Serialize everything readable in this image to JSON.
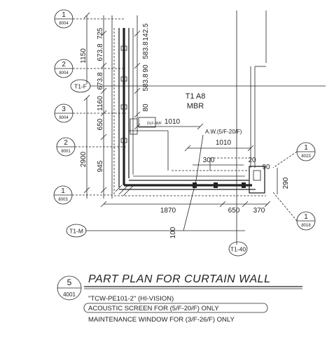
{
  "title": "PART PLAN FOR CURTAIN WALL",
  "title_callout": {
    "number": "5",
    "sheet": "4001"
  },
  "notes": [
    "\"TCW-PE101-2\" (HI-VISION)",
    "ACOUSTIC SCREEN FOR (5/F-20/F) ONLY",
    "MAINTENANCE WINDOW FOR (3/F-26/F) ONLY"
  ],
  "room": {
    "name": "T1 A8",
    "sub": "MBR"
  },
  "aw_label": "A.W.(5/F-20/F)",
  "small_tag": "DLF-36/F",
  "grid_lines": {
    "top": "T1-F",
    "bottom": "T1-M",
    "right": "T1-40"
  },
  "section_callouts": [
    {
      "number": "1",
      "sheet": "8004"
    },
    {
      "number": "2",
      "sheet": "8004"
    },
    {
      "number": "3",
      "sheet": "8004"
    },
    {
      "number": "2",
      "sheet": "8001"
    },
    {
      "number": "1",
      "sheet": "8003"
    },
    {
      "number": "1",
      "sheet": "8023"
    },
    {
      "number": "1",
      "sheet": "8018"
    }
  ],
  "dims": {
    "d725": "725",
    "d1425": "142.5",
    "d6738a": "673.8",
    "d5838a": "583.8",
    "d1150": "1150",
    "d90a": "90",
    "d6738b": "673.8",
    "d5838b": "583.8",
    "d1160": "1160",
    "d80": "80",
    "d650v": "650",
    "d1010a": "1010",
    "d2900": "2900",
    "d945": "945",
    "d1010b": "1010",
    "d300": "300",
    "d20": "20",
    "d90b": "90",
    "d290": "290",
    "d1870": "1870",
    "d650h": "650",
    "d370": "370",
    "d100": "100"
  }
}
